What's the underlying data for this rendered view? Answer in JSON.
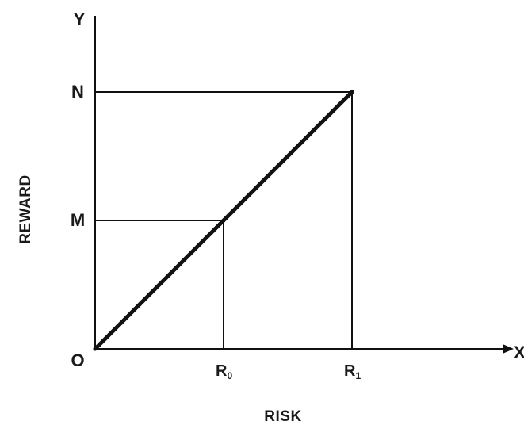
{
  "chart_data": {
    "type": "line",
    "x_axis_letter": "X",
    "y_axis_letter": "Y",
    "origin_label": "O",
    "xlabel": "RISK",
    "ylabel": "REWARD",
    "x_ticks": [
      {
        "main": "R",
        "sub": "0",
        "value": 1
      },
      {
        "main": "R",
        "sub": "1",
        "value": 2
      }
    ],
    "y_ticks": [
      {
        "label": "M",
        "value": 1
      },
      {
        "label": "N",
        "value": 2
      }
    ],
    "series": [
      {
        "points": [
          [
            0,
            0
          ],
          [
            1,
            1
          ],
          [
            2,
            2
          ]
        ]
      }
    ],
    "guides": [
      {
        "x": 1,
        "y": 1
      },
      {
        "x": 2,
        "y": 2
      }
    ],
    "xlim": [
      0,
      3.3
    ],
    "ylim": [
      0,
      2.5
    ],
    "grid": false,
    "line_color": "#111111",
    "axis_color": "#111111"
  }
}
